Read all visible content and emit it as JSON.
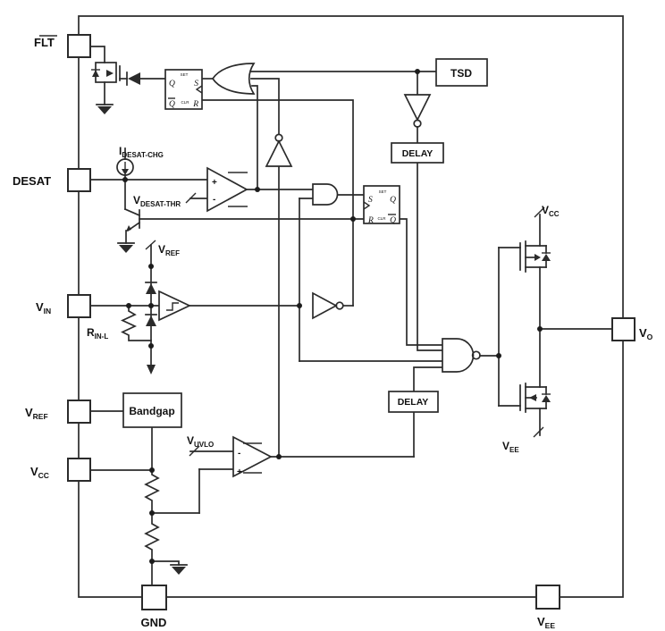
{
  "colors": {
    "background": "#ffffff",
    "line": "#2b2b2b",
    "text": "#111111"
  },
  "pins": {
    "flt": {
      "label": "FLT",
      "overline": true
    },
    "desat": {
      "label": "DESAT"
    },
    "vin": {
      "base": "V",
      "sub": "IN"
    },
    "vref": {
      "base": "V",
      "sub": "REF"
    },
    "vcc": {
      "base": "V",
      "sub": "CC"
    },
    "gnd": {
      "label": "GND"
    },
    "vee": {
      "base": "V",
      "sub": "EE"
    },
    "vo": {
      "base": "V",
      "sub": "O"
    }
  },
  "rails": {
    "vcc_top": {
      "base": "V",
      "sub": "CC"
    },
    "vee_out": {
      "base": "V",
      "sub": "EE"
    },
    "vref_clamp": {
      "base": "V",
      "sub": "REF"
    }
  },
  "signals": {
    "i_desat_chg": {
      "base": "I",
      "sub": "DESAT-CHG"
    },
    "v_desat_thr": {
      "base": "V",
      "sub": "DESAT-THR"
    },
    "r_in_l": {
      "base": "R",
      "sub": "IN-L"
    },
    "v_uvlo": {
      "base": "V",
      "sub": "UVLO"
    }
  },
  "blocks": {
    "tsd": "TSD",
    "delay_top": "DELAY",
    "delay_bottom": "DELAY",
    "bandgap": "Bandgap"
  },
  "latch1": {
    "q": "Q",
    "qbar": "Q",
    "s": "S",
    "r": "R",
    "set": "SET",
    "clr": "CLR"
  },
  "latch2": {
    "q": "Q",
    "qbar": "Q",
    "s": "S",
    "r": "R",
    "set": "SET",
    "clr": "CLR"
  },
  "comp_desat": {
    "plus": "+",
    "minus": "-"
  },
  "comp_uvlo": {
    "plus": "+",
    "minus": "-"
  }
}
